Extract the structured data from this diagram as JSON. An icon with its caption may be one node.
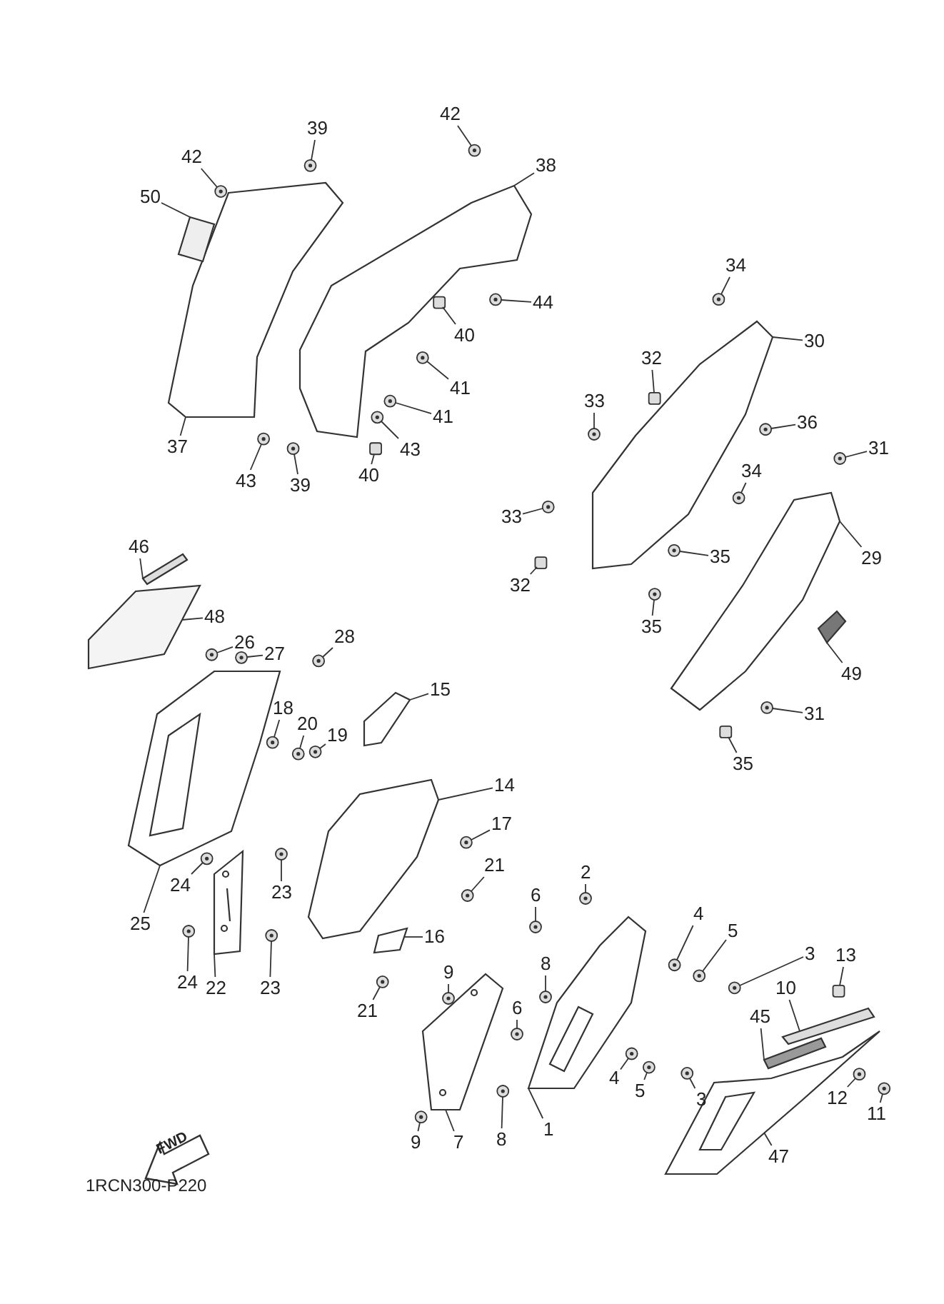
{
  "diagram": {
    "nodes": [
      {
        "text": [
          "50"
        ]
      },
      {
        "text": [
          "42"
        ]
      },
      {
        "text": [
          "39"
        ]
      },
      {
        "text": [
          "42"
        ]
      },
      {
        "text": [
          "38"
        ]
      },
      {
        "text": [
          "44"
        ]
      },
      {
        "text": [
          "40"
        ]
      },
      {
        "text": [
          "41"
        ]
      },
      {
        "text": [
          "41"
        ]
      },
      {
        "text": [
          "43"
        ]
      },
      {
        "text": [
          "40"
        ]
      },
      {
        "text": [
          "39"
        ]
      },
      {
        "text": [
          "43"
        ]
      },
      {
        "text": [
          "37"
        ]
      },
      {
        "text": [
          "34"
        ]
      },
      {
        "text": [
          "30"
        ]
      },
      {
        "text": [
          "32"
        ]
      },
      {
        "text": [
          "33"
        ]
      },
      {
        "text": [
          "36"
        ]
      },
      {
        "text": [
          "31"
        ]
      },
      {
        "text": [
          "34"
        ]
      },
      {
        "text": [
          "33"
        ]
      },
      {
        "text": [
          "35"
        ]
      },
      {
        "text": [
          "29"
        ]
      },
      {
        "text": [
          "32"
        ]
      },
      {
        "text": [
          "35"
        ]
      },
      {
        "text": [
          "49"
        ]
      },
      {
        "text": [
          "31"
        ]
      },
      {
        "text": [
          "35"
        ]
      },
      {
        "text": [
          "46"
        ]
      },
      {
        "text": [
          "48"
        ]
      },
      {
        "text": [
          "26"
        ]
      },
      {
        "text": [
          "27"
        ]
      },
      {
        "text": [
          "28"
        ]
      },
      {
        "text": [
          "15"
        ]
      },
      {
        "text": [
          "18"
        ]
      },
      {
        "text": [
          "20"
        ]
      },
      {
        "text": [
          "19"
        ]
      },
      {
        "text": [
          "14"
        ]
      },
      {
        "text": [
          "17"
        ]
      },
      {
        "text": [
          "21"
        ]
      },
      {
        "text": [
          "24"
        ]
      },
      {
        "text": [
          "23"
        ]
      },
      {
        "text": [
          "25"
        ]
      },
      {
        "text": [
          "24"
        ]
      },
      {
        "text": [
          "22"
        ]
      },
      {
        "text": [
          "23"
        ]
      },
      {
        "text": [
          "16"
        ]
      },
      {
        "text": [
          "21"
        ]
      },
      {
        "text": [
          "2"
        ]
      },
      {
        "text": [
          "6"
        ]
      },
      {
        "text": [
          "4"
        ]
      },
      {
        "text": [
          "5"
        ]
      },
      {
        "text": [
          "3"
        ]
      },
      {
        "text": [
          "9"
        ]
      },
      {
        "text": [
          "8"
        ]
      },
      {
        "text": [
          "13"
        ]
      },
      {
        "text": [
          "10"
        ]
      },
      {
        "text": [
          "6"
        ]
      },
      {
        "text": [
          "45"
        ]
      },
      {
        "text": [
          "4"
        ]
      },
      {
        "text": [
          "5"
        ]
      },
      {
        "text": [
          "3"
        ]
      },
      {
        "text": [
          "12"
        ]
      },
      {
        "text": [
          "11"
        ]
      },
      {
        "text": [
          "9"
        ]
      },
      {
        "text": [
          "7"
        ]
      },
      {
        "text": [
          "8"
        ]
      },
      {
        "text": [
          "1"
        ]
      },
      {
        "text": [
          "47"
        ]
      },
      {
        "text": [],
        "shape": "picture"
      },
      {
        "text": [],
        "shape": "picture"
      },
      {
        "text": [],
        "shape": "picture"
      },
      {
        "text": [],
        "shape": "picture"
      },
      {
        "text": [],
        "shape": "picture"
      },
      {
        "text": [],
        "shape": "picture"
      },
      {
        "text": [],
        "shape": "picture"
      },
      {
        "text": [],
        "shape": "picture"
      },
      {
        "text": [],
        "shape": "picture"
      },
      {
        "text": [],
        "shape": "picture"
      },
      {
        "text": [],
        "shape": "picture"
      },
      {
        "text": [],
        "shape": "picture"
      },
      {
        "text": [],
        "shape": "picture"
      },
      {
        "text": [],
        "shape": "picture"
      },
      {
        "text": [],
        "shape": "picture"
      },
      {
        "text": [],
        "shape": "picture"
      },
      {
        "text": [],
        "shape": "picture"
      },
      {
        "text": [],
        "shape": "picture"
      },
      {
        "text": [],
        "shape": "circle"
      },
      {
        "text": [],
        "shape": "circle"
      },
      {
        "text": [],
        "shape": "circle"
      },
      {
        "text": [],
        "shape": "circle"
      },
      {
        "text": [],
        "shape": "box"
      },
      {
        "text": [],
        "shape": "circle"
      },
      {
        "text": [],
        "shape": "circle"
      },
      {
        "text": [],
        "shape": "circle"
      },
      {
        "text": [],
        "shape": "box"
      },
      {
        "text": [],
        "shape": "circle"
      },
      {
        "text": [],
        "shape": "circle"
      },
      {
        "text": [],
        "shape": "circle"
      },
      {
        "text": [],
        "shape": "box"
      },
      {
        "text": [],
        "shape": "circle"
      },
      {
        "text": [],
        "shape": "circle"
      },
      {
        "text": [],
        "shape": "circle"
      },
      {
        "text": [],
        "shape": "circle"
      },
      {
        "text": [],
        "shape": "circle"
      },
      {
        "text": [],
        "shape": "circle"
      },
      {
        "text": [],
        "shape": "box"
      },
      {
        "text": [],
        "shape": "circle"
      },
      {
        "text": [],
        "shape": "circle"
      },
      {
        "text": [],
        "shape": "box"
      },
      {
        "text": [],
        "shape": "circle"
      },
      {
        "text": [],
        "shape": "circle"
      },
      {
        "text": [],
        "shape": "circle"
      },
      {
        "text": [],
        "shape": "circle"
      },
      {
        "text": [],
        "shape": "circle"
      },
      {
        "text": [],
        "shape": "circle"
      },
      {
        "text": [],
        "shape": "circle"
      },
      {
        "text": [],
        "shape": "circle"
      },
      {
        "text": [],
        "shape": "circle"
      },
      {
        "text": [],
        "shape": "circle"
      },
      {
        "text": [],
        "shape": "circle"
      },
      {
        "text": [],
        "shape": "circle"
      },
      {
        "text": [],
        "shape": "circle"
      },
      {
        "text": [],
        "shape": "circle"
      },
      {
        "text": [],
        "shape": "circle"
      },
      {
        "text": [],
        "shape": "circle"
      },
      {
        "text": [],
        "shape": "circle"
      },
      {
        "text": [],
        "shape": "circle"
      },
      {
        "text": [],
        "shape": "circle"
      },
      {
        "text": [],
        "shape": "circle"
      },
      {
        "text": [],
        "shape": "box"
      },
      {
        "text": [],
        "shape": "circle"
      },
      {
        "text": [],
        "shape": "circle"
      },
      {
        "text": [],
        "shape": "circle"
      },
      {
        "text": [],
        "shape": "circle"
      },
      {
        "text": [],
        "shape": "circle"
      },
      {
        "text": [],
        "shape": "circle"
      },
      {
        "text": [],
        "shape": "circle"
      },
      {
        "text": [],
        "shape": "circle"
      }
    ],
    "edges": [
      {
        "from": 0,
        "to": 71,
        "arrow": "none"
      },
      {
        "from": 1,
        "to": 88,
        "arrow": "none"
      },
      {
        "from": 2,
        "to": 89,
        "arrow": "none"
      },
      {
        "from": 3,
        "to": 90,
        "arrow": "none"
      },
      {
        "from": 4,
        "to": 72,
        "arrow": "none"
      },
      {
        "from": 5,
        "to": 91,
        "arrow": "none"
      },
      {
        "from": 6,
        "to": 92,
        "arrow": "none"
      },
      {
        "from": 7,
        "to": 93,
        "arrow": "none"
      },
      {
        "from": 8,
        "to": 94,
        "arrow": "none"
      },
      {
        "from": 9,
        "to": 95,
        "arrow": "none"
      },
      {
        "from": 10,
        "to": 96,
        "arrow": "none"
      },
      {
        "from": 11,
        "to": 97,
        "arrow": "none"
      },
      {
        "from": 12,
        "to": 98,
        "arrow": "none"
      },
      {
        "from": 13,
        "to": 70,
        "arrow": "none"
      },
      {
        "from": 14,
        "to": 99,
        "arrow": "none"
      },
      {
        "from": 15,
        "to": 73,
        "arrow": "none"
      },
      {
        "from": 16,
        "to": 100,
        "arrow": "none"
      },
      {
        "from": 17,
        "to": 101,
        "arrow": "none"
      },
      {
        "from": 18,
        "to": 102,
        "arrow": "none"
      },
      {
        "from": 19,
        "to": 103,
        "arrow": "none"
      },
      {
        "from": 20,
        "to": 104,
        "arrow": "none"
      },
      {
        "from": 21,
        "to": 105,
        "arrow": "none"
      },
      {
        "from": 22,
        "to": 106,
        "arrow": "none"
      },
      {
        "from": 23,
        "to": 74,
        "arrow": "none"
      },
      {
        "from": 24,
        "to": 107,
        "arrow": "none"
      },
      {
        "from": 25,
        "to": 108,
        "arrow": "none"
      },
      {
        "from": 26,
        "to": 75,
        "arrow": "none"
      },
      {
        "from": 27,
        "to": 109,
        "arrow": "none"
      },
      {
        "from": 28,
        "to": 110,
        "arrow": "none"
      },
      {
        "from": 29,
        "to": 76,
        "arrow": "none"
      },
      {
        "from": 30,
        "to": 77,
        "arrow": "none"
      },
      {
        "from": 31,
        "to": 111,
        "arrow": "none"
      },
      {
        "from": 32,
        "to": 112,
        "arrow": "none"
      },
      {
        "from": 33,
        "to": 113,
        "arrow": "none"
      },
      {
        "from": 34,
        "to": 79,
        "arrow": "none"
      },
      {
        "from": 35,
        "to": 114,
        "arrow": "none"
      },
      {
        "from": 36,
        "to": 115,
        "arrow": "none"
      },
      {
        "from": 37,
        "to": 116,
        "arrow": "none"
      },
      {
        "from": 38,
        "to": 80,
        "arrow": "none"
      },
      {
        "from": 39,
        "to": 117,
        "arrow": "none"
      },
      {
        "from": 40,
        "to": 118,
        "arrow": "none"
      },
      {
        "from": 41,
        "to": 119,
        "arrow": "none"
      },
      {
        "from": 42,
        "to": 120,
        "arrow": "none"
      },
      {
        "from": 43,
        "to": 78,
        "arrow": "none"
      },
      {
        "from": 44,
        "to": 121,
        "arrow": "none"
      },
      {
        "from": 45,
        "to": 81,
        "arrow": "none"
      },
      {
        "from": 46,
        "to": 122,
        "arrow": "none"
      },
      {
        "from": 47,
        "to": 82,
        "arrow": "none"
      },
      {
        "from": 48,
        "to": 123,
        "arrow": "none"
      },
      {
        "from": 49,
        "to": 124,
        "arrow": "none"
      },
      {
        "from": 50,
        "to": 125,
        "arrow": "none"
      },
      {
        "from": 51,
        "to": 126,
        "arrow": "none"
      },
      {
        "from": 52,
        "to": 127,
        "arrow": "none"
      },
      {
        "from": 53,
        "to": 128,
        "arrow": "none"
      },
      {
        "from": 54,
        "to": 129,
        "arrow": "none"
      },
      {
        "from": 55,
        "to": 130,
        "arrow": "none"
      },
      {
        "from": 56,
        "to": 131,
        "arrow": "none"
      },
      {
        "from": 57,
        "to": 85,
        "arrow": "none"
      },
      {
        "from": 58,
        "to": 132,
        "arrow": "none"
      },
      {
        "from": 59,
        "to": 86,
        "arrow": "none"
      },
      {
        "from": 60,
        "to": 133,
        "arrow": "none"
      },
      {
        "from": 61,
        "to": 134,
        "arrow": "none"
      },
      {
        "from": 62,
        "to": 135,
        "arrow": "none"
      },
      {
        "from": 63,
        "to": 136,
        "arrow": "none"
      },
      {
        "from": 64,
        "to": 137,
        "arrow": "none"
      },
      {
        "from": 65,
        "to": 138,
        "arrow": "none"
      },
      {
        "from": 66,
        "to": 84,
        "arrow": "none"
      },
      {
        "from": 67,
        "to": 139,
        "arrow": "none"
      },
      {
        "from": 68,
        "to": 83,
        "arrow": "none"
      },
      {
        "from": 69,
        "to": 87,
        "arrow": "none"
      }
    ],
    "labels": [
      "FWD",
      "1RCN300-P220"
    ]
  }
}
